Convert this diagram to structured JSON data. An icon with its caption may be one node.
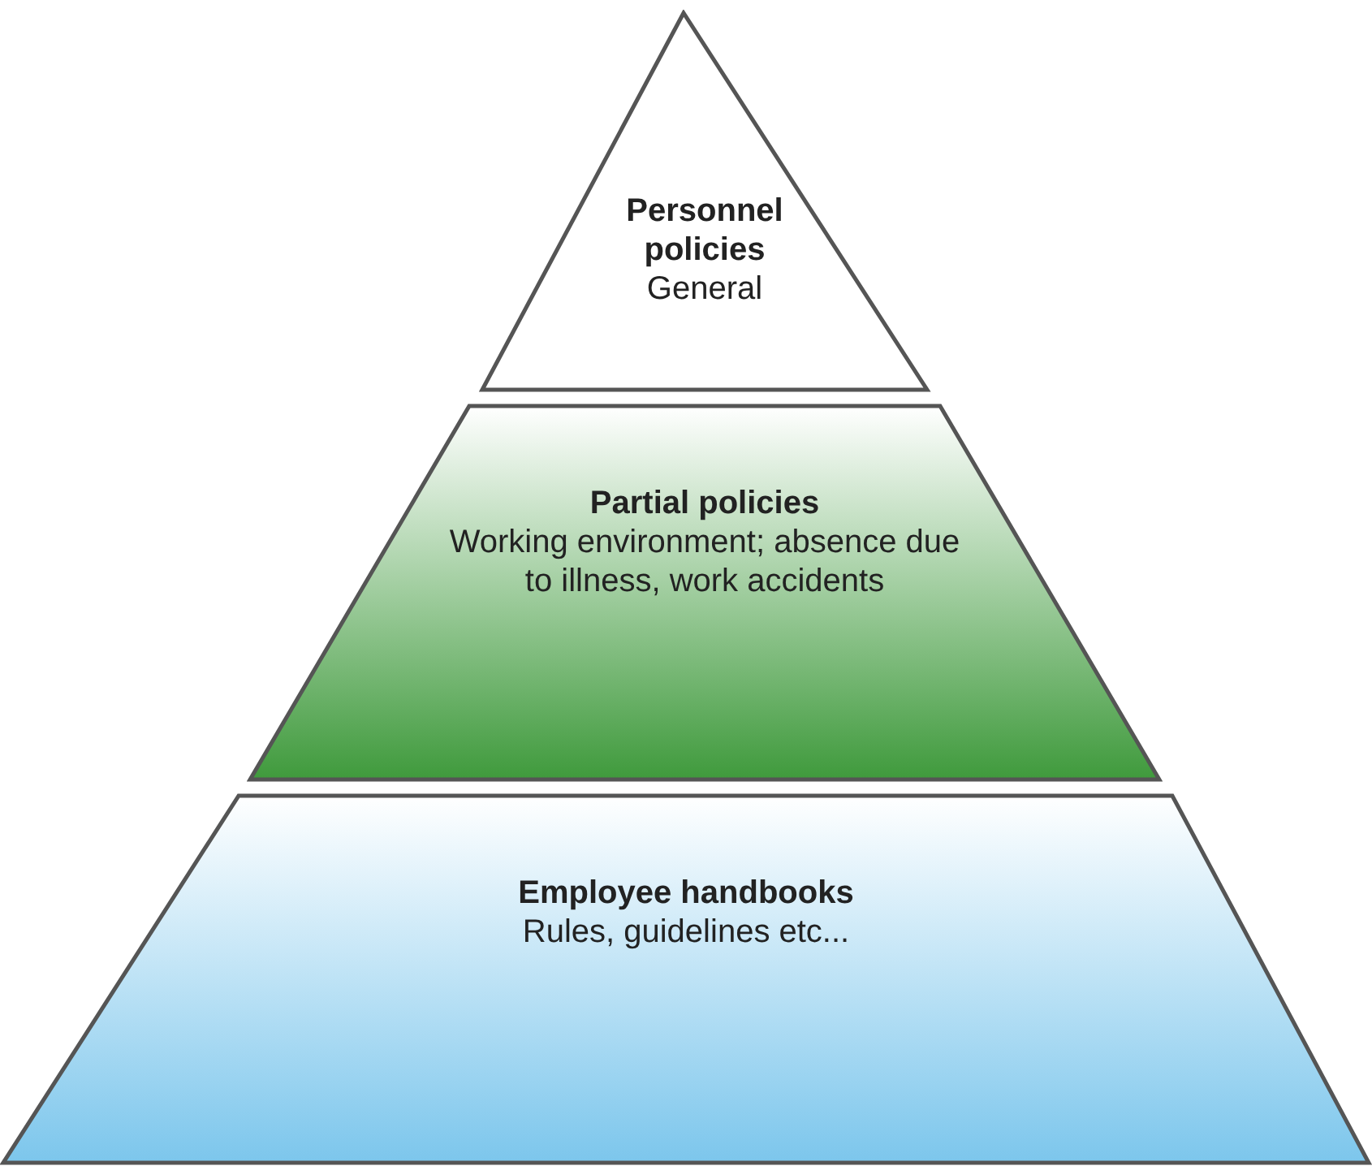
{
  "diagram": {
    "nodes": [
      {
        "text": [
          "Personnel policies",
          "General"
        ]
      },
      {
        "text": [
          "Partial policies",
          "Working environment; absence due to illness, work accidents"
        ]
      },
      {
        "text": [
          "Employee handbooks",
          "Rules, guidelines etc..."
        ]
      }
    ]
  }
}
